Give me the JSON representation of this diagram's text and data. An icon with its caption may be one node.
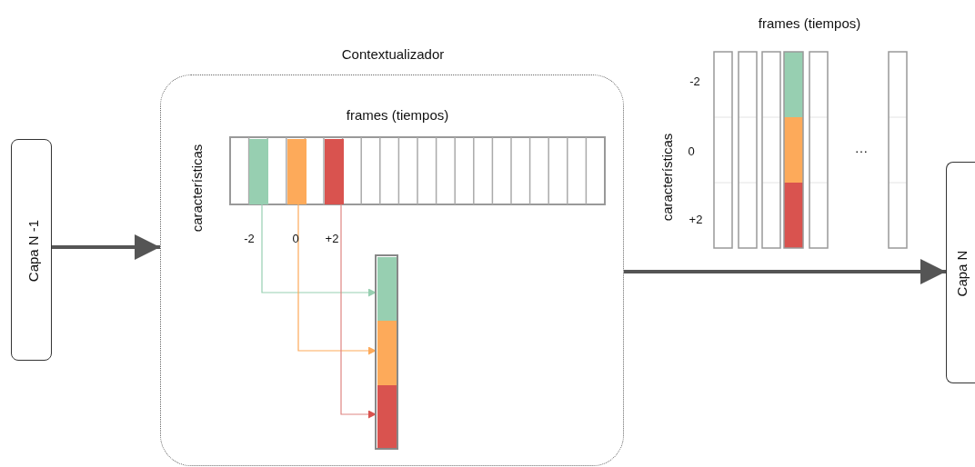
{
  "diagram": {
    "nodes": [
      {
        "text": [
          "Capa N -1"
        ]
      },
      {
        "text": [
          "Contextualizador"
        ]
      },
      {
        "text": [
          "Capa N"
        ]
      },
      {
        "text": [],
        "shape": "box",
        "in": 1
      },
      {
        "text": [],
        "shape": "box",
        "in": 1
      },
      {
        "text": [],
        "shape": "box",
        "in": 1
      },
      {
        "text": [],
        "shape": "box",
        "in": 1
      },
      {
        "text": [],
        "shape": "box",
        "in": 1
      },
      {
        "text": [],
        "shape": "box",
        "in": 1
      }
    ],
    "edges": [
      {
        "from": 0,
        "to": 1,
        "arrow": "to",
        "style": "thick"
      },
      {
        "from": 1,
        "to": 2,
        "arrow": "to",
        "style": "thick"
      },
      {
        "from": 3,
        "to": 6,
        "arrow": "to",
        "color": "#97cfb1"
      },
      {
        "from": 4,
        "to": 7,
        "arrow": "to",
        "color": "#fdaa5a"
      },
      {
        "from": 5,
        "to": 8,
        "arrow": "to",
        "color": "#e08582"
      }
    ],
    "labels": [
      "frames (tiempos)",
      "características",
      "-2",
      "0",
      "+2",
      "frames (tiempos)",
      "características",
      "-2",
      "0",
      "+2",
      "…"
    ]
  }
}
